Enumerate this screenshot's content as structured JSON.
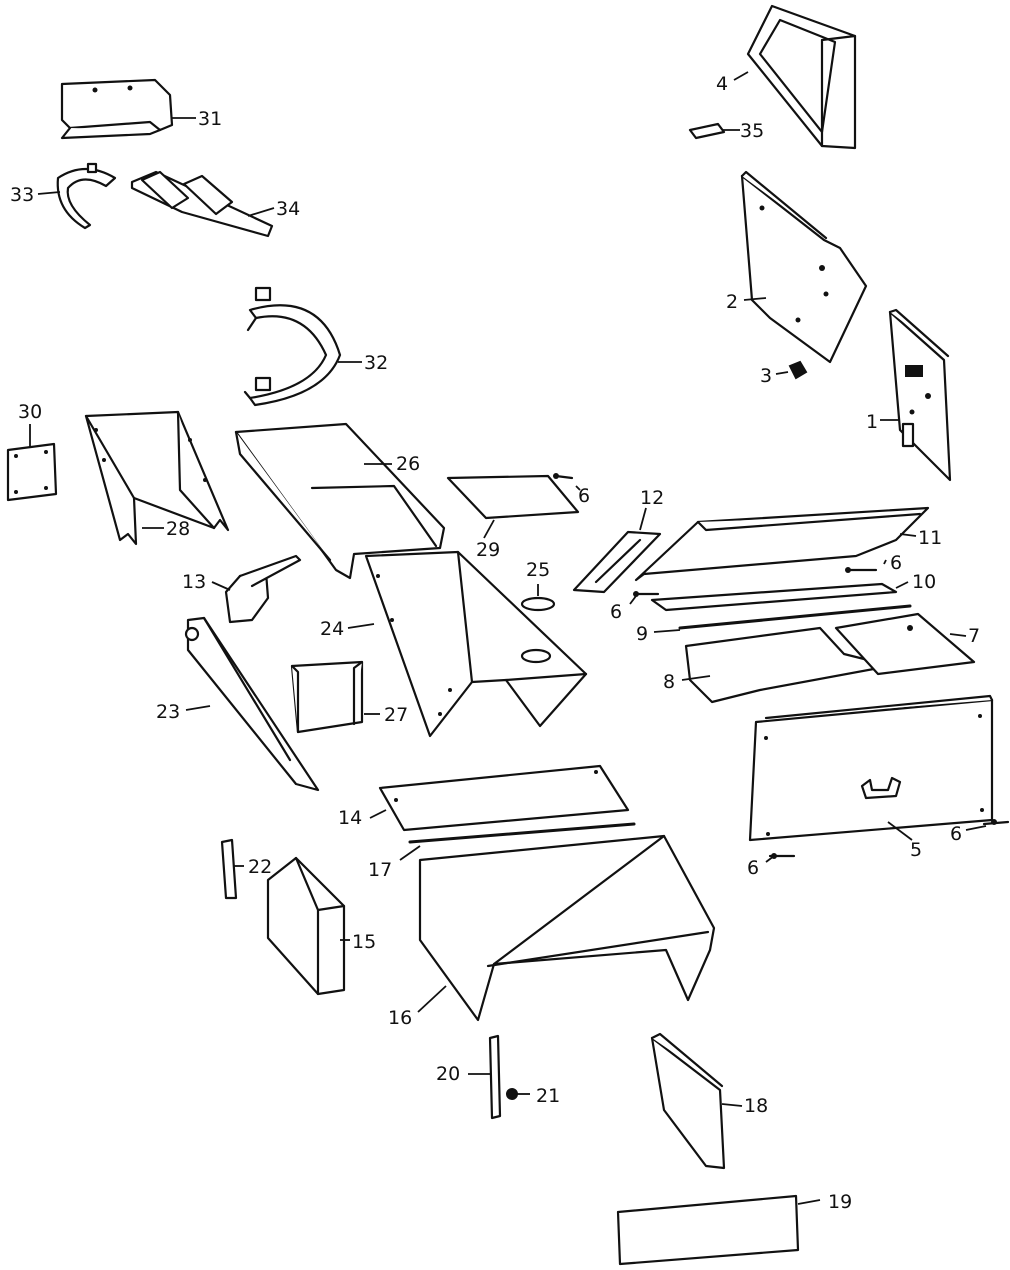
{
  "callouts": {
    "c1": "1",
    "c2": "2",
    "c3": "3",
    "c4": "4",
    "c5": "5",
    "c6a": "6",
    "c6b": "6",
    "c6c": "6",
    "c6d": "6",
    "c6e": "6",
    "c7": "7",
    "c8": "8",
    "c9": "9",
    "c10": "10",
    "c11": "11",
    "c12": "12",
    "c13": "13",
    "c14": "14",
    "c15": "15",
    "c16": "16",
    "c17": "17",
    "c18": "18",
    "c19": "19",
    "c20": "20",
    "c21": "21",
    "c22": "22",
    "c23": "23",
    "c24": "24",
    "c25": "25",
    "c26": "26",
    "c27": "27",
    "c28": "28",
    "c29": "29",
    "c30": "30",
    "c31": "31",
    "c32": "32",
    "c33": "33",
    "c34": "34",
    "c35": "35"
  }
}
